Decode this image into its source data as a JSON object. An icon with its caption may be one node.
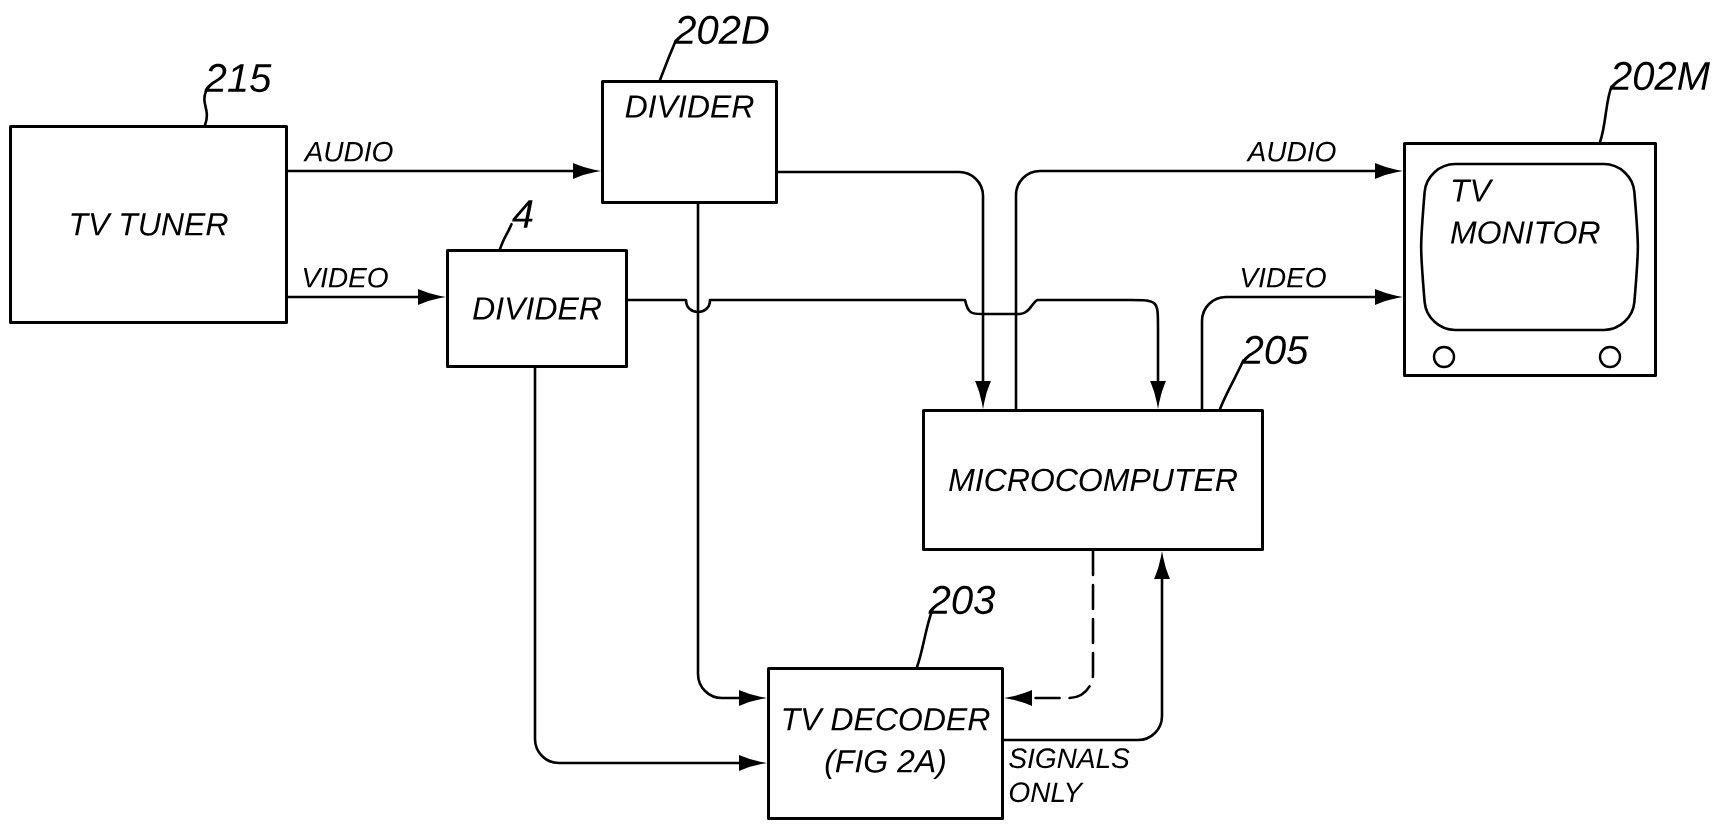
{
  "diagram": {
    "nodes": [
      {
        "text": [
          "TV TUNER"
        ]
      },
      {
        "text": [
          "DIVIDER"
        ]
      },
      {
        "text": [
          "DIVIDER"
        ]
      },
      {
        "text": [
          "TV MONITOR"
        ]
      },
      {
        "text": [
          "MICROCOMPUTER"
        ]
      },
      {
        "text": [
          "TV DECODER (FIG 2A)"
        ]
      },
      {
        "text": [
          "215"
        ]
      },
      {
        "text": [
          "202D"
        ]
      },
      {
        "text": [
          "4"
        ]
      },
      {
        "text": [
          "205"
        ]
      },
      {
        "text": [
          "202M"
        ]
      },
      {
        "text": [
          "203"
        ]
      }
    ],
    "edges": [
      {
        "from": 0,
        "to": 1,
        "arrow": "to",
        "label": "AUDIO"
      },
      {
        "from": 0,
        "to": 2,
        "arrow": "to",
        "label": "VIDEO"
      },
      {
        "from": 1,
        "to": 4,
        "arrow": "to"
      },
      {
        "from": 1,
        "to": 5,
        "arrow": "to"
      },
      {
        "from": 2,
        "to": 4,
        "arrow": "to"
      },
      {
        "from": 2,
        "to": 5,
        "arrow": "to"
      },
      {
        "from": 4,
        "to": 3,
        "arrow": "to",
        "label": "AUDIO"
      },
      {
        "from": 4,
        "to": 3,
        "arrow": "to",
        "label": "VIDEO"
      },
      {
        "from": 4,
        "to": 5,
        "arrow": "to",
        "style": "dashed"
      },
      {
        "from": 5,
        "to": 4,
        "arrow": "to",
        "label": "SIGNALS ONLY"
      },
      {
        "from": 6,
        "to": 0,
        "arrow": "none"
      },
      {
        "from": 7,
        "to": 1,
        "arrow": "none"
      },
      {
        "from": 8,
        "to": 2,
        "arrow": "none"
      },
      {
        "from": 9,
        "to": 4,
        "arrow": "none"
      },
      {
        "from": 10,
        "to": 3,
        "arrow": "none"
      },
      {
        "from": 11,
        "to": 5,
        "arrow": "none"
      }
    ]
  }
}
